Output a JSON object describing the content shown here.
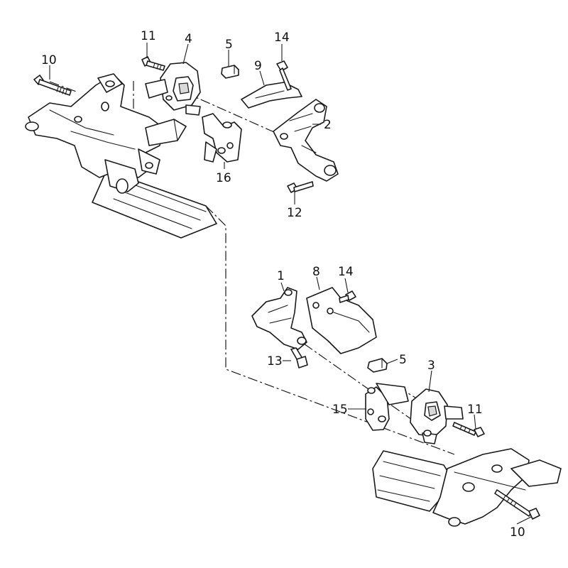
{
  "callouts": [
    {
      "id": "c1",
      "text": "1"
    },
    {
      "id": "c2",
      "text": "2"
    },
    {
      "id": "c3",
      "text": "3"
    },
    {
      "id": "c4",
      "text": "4"
    },
    {
      "id": "c5a",
      "text": "5"
    },
    {
      "id": "c5b",
      "text": "5"
    },
    {
      "id": "c8",
      "text": "8"
    },
    {
      "id": "c9",
      "text": "9"
    },
    {
      "id": "c10a",
      "text": "10"
    },
    {
      "id": "c10b",
      "text": "10"
    },
    {
      "id": "c11a",
      "text": "11"
    },
    {
      "id": "c11b",
      "text": "11"
    },
    {
      "id": "c12",
      "text": "12"
    },
    {
      "id": "c13",
      "text": "13"
    },
    {
      "id": "c14a",
      "text": "14"
    },
    {
      "id": "c14b",
      "text": "14"
    },
    {
      "id": "c15",
      "text": "15"
    },
    {
      "id": "c16",
      "text": "16"
    }
  ]
}
